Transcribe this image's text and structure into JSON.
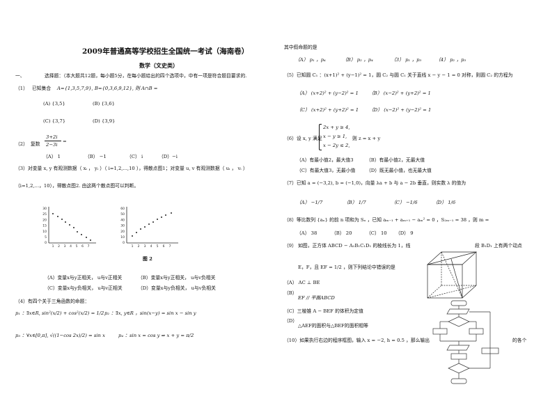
{
  "header": {
    "title": "2009年普通高等学校招生全国统一考试（海南卷）",
    "subtitle": "数学（文史类）",
    "section_num": "一、",
    "section_text": "选择题：（本大题共12题，每小题5分，在每小题给出的四个选项中，中有一项是符合题目要求的."
  },
  "left": {
    "q1": {
      "label": "（1）",
      "text": "已知集合",
      "math": "A={1,3,5,7,9}, B={0,3,6,9,12}, 则 A∩B =",
      "A": "(A)   {3,5}",
      "B": "(B)   {3,6}",
      "C": "(C)   {3,7}",
      "D": "(D)   {3,9}"
    },
    "q2": {
      "label": "（2）",
      "text": "复数",
      "num": "3+2i",
      "den": "2−3i",
      "tail": "=",
      "A": "（A）  1",
      "B": "（B）  −1",
      "C": "（C）  i",
      "D": "（D）−i"
    },
    "q3": {
      "line1": "（3）对变量 x, y 有观测数据（ xᵢ ， yᵢ ）（ i=1,2,...,10 ），得散点图1；对变量 u, v 有观测数据（ uᵢ ， vᵢ ）",
      "line2": "（i=1,2,...，10），得散点图2. 由这两个散点图可以判断。",
      "fig_label": "图 2",
      "A": "（A）变量x与y正相关， u与v正相关",
      "B": "（B）变量x与y正相关， u与v负相关",
      "C": "（C）变量x与y负相关， u与v正相关",
      "D": "（D）变量x与y负相关， u与v负相关"
    },
    "plot1": {
      "yticks": [
        "30",
        "25",
        "20",
        "15",
        "10",
        "5",
        "0"
      ],
      "xticks": [
        "1",
        "2",
        "3",
        "4",
        "5",
        "6",
        "7"
      ]
    },
    "plot2": {
      "yticks": [
        "60",
        "50",
        "40",
        "30",
        "20",
        "10",
        "0"
      ],
      "xticks": [
        "1",
        "2",
        "3",
        "4",
        "5",
        "6",
        "7"
      ]
    },
    "q4": {
      "line1": "（4）有四个关于三角函数的命题：",
      "p1": "p₁ ：∃x∈R, sin²(x/2) + cos²(x/2) = 1/2",
      "p2": "p₂ ：∃x, y∈R ，sin(x−y) = sin x − sin y",
      "p3": "p₃ ：∀x∈[0,π], √((1−cos 2x)/2) = sin x",
      "p4": "p₄ ：sin x = cos y ⇒ x + y = π/2"
    }
  },
  "right": {
    "q4_tail": "其中假命题的是",
    "q4A": "（A）  p₁ ，p₄",
    "q4B": "（B）  p₂ ，p₄",
    "q4C": "（3）  p₁ ，p₃",
    "q4D": "（4）  p₂ ，p₃",
    "q5": "（5）已知圆 C₁ ：(x+1)² + (y−1)² = 1，圆 C₂ 与圆 C₁ 关于直线 x − y − 1 = 0 对称，则圆 C₂ 的方程为",
    "q5A": "（A）  (x+2)² + (y−2)² = 1",
    "q5B": "（B）  (x−2)² + (y+2)² = 1",
    "q5C": "（C）  (x+2)² + (y+2)² = 1",
    "q5D": "（D）  (x−2)² + (y−2)² = 1",
    "q6a": "（6）设 x, y 满足",
    "q6s1": "2x + y ≥ 4,",
    "q6s2": "x − y ≥ 1,",
    "q6s3": "x − 2y ≤ 2,",
    "q6tail": "则 z = x + y",
    "q6A": "（A）有最小值2，最大值3",
    "q6B": "（B）有最小值2，无最大值",
    "q6C": "（C）有最大值3，无最小值",
    "q6D": "（D）既无最小值，也无最大值",
    "q7": "（7）已知 a = (−3,2), b = (−1,0)，向量 λa + b 与 a − 2b 垂直，则实数 λ 的值为",
    "q7A": "（A）  −1/7",
    "q7B": "（B）  1/7",
    "q7C": "（C）  −1/6",
    "q7D": "（D）  1/6",
    "q8": "（8）等比数列 {aₙ} 的前 n 项和为 Sₙ ，已知 aₘ₋₁ + aₘ₊₁ − aₘ² = 0 ，S₂ₘ₋₁ = 38 ，则 m =",
    "q8A": "（A）  38",
    "q8B": "（B）  20",
    "q8C": "（C）  10",
    "q8D": "（D）  9",
    "q9a": "（9）   如图，正方体 ABCD − A₁B₁C₁D₁ 的棱线长为 1，线",
    "q9b": "段 B₁D₁ 上有两个动点",
    "q9c": "E，F，且 EF = 1/2 ，则下列结论中错误的是",
    "q9A": "（A）  AC ⊥ BE",
    "q9B_label": "（B）",
    "q9B": "EF // 平面ABCD",
    "q9C": "（C）三棱锥 A − BEF 的体积为定值",
    "q9D_label": "（D）",
    "q9D": "△AEF的面积与△BEF的面积相等",
    "q10": "（10）如果执行右边的程序框图，输入 x = −2, h = 0.5 ，那么输出",
    "q10tail": "的各个"
  }
}
